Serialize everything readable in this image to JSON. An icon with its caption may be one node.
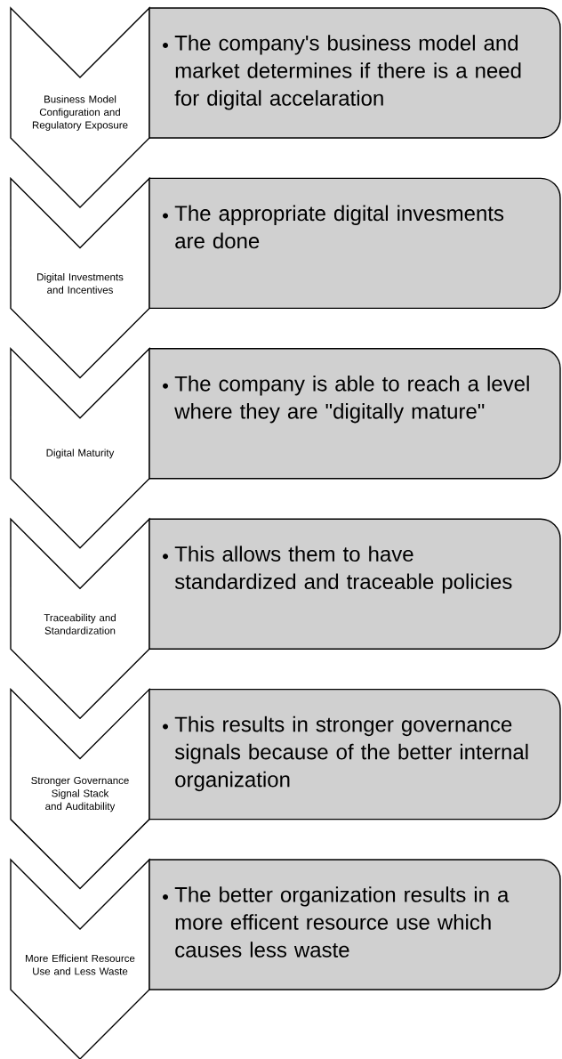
{
  "diagram": {
    "nodes": [
      {
        "text": [
          "Business Model Configuration and Regulatory Exposure"
        ]
      },
      {
        "text": [
          "The company's business model and market determines if there is a need for digital accelaration"
        ]
      },
      {
        "text": [
          "Digital Investments and Incentives"
        ]
      },
      {
        "text": [
          "The appropriate digital invesments are done"
        ]
      },
      {
        "text": [
          "Digital Maturity"
        ]
      },
      {
        "text": [
          "The company is able to reach a level where they are \"digitally mature\""
        ]
      },
      {
        "text": [
          "Traceability and Standardization"
        ]
      },
      {
        "text": [
          "This allows them to have standardized and traceable policies"
        ]
      },
      {
        "text": [
          "Stronger Governance Signal Stack and Auditability"
        ]
      },
      {
        "text": [
          "This results in stronger governance signals because of the better internal organization"
        ]
      },
      {
        "text": [
          "More Efficient Resource Use and Less Waste"
        ]
      },
      {
        "text": [
          "The better organization results in a more efficent resource use which causes less waste"
        ]
      }
    ]
  }
}
